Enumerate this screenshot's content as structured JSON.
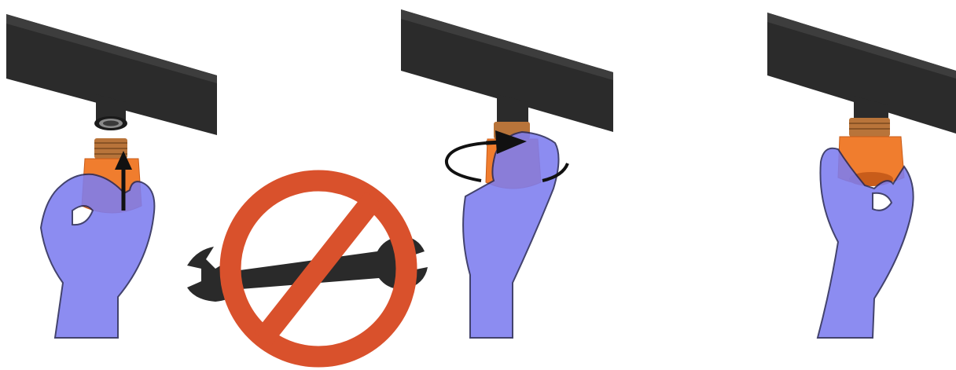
{
  "illustration": {
    "steps": [
      {
        "step": 1,
        "action": "push-up",
        "pipe": "black-pipe",
        "part": "orange-fitting"
      },
      {
        "step": 2,
        "action": "rotate-by-hand",
        "pipe": "black-pipe",
        "part": "orange-fitting"
      },
      {
        "step": 3,
        "action": "installed",
        "pipe": "black-pipe",
        "part": "orange-fitting"
      }
    ],
    "warning": {
      "icon": "no-wrench-icon",
      "meaning": "do-not-use-tools"
    }
  },
  "colors": {
    "background": "#ffffff",
    "pipe": "#2b2b2b",
    "pipe_highlight": "#3d3d3d",
    "fitting": "#f07d2e",
    "fitting_dark": "#c85c1a",
    "brass": "#b8743a",
    "hand_fill": "#7d7df0",
    "hand_stroke": "#2a2a5a",
    "prohibition": "#d9512c",
    "wrench": "#2a2a2a",
    "arrow": "#111111"
  }
}
